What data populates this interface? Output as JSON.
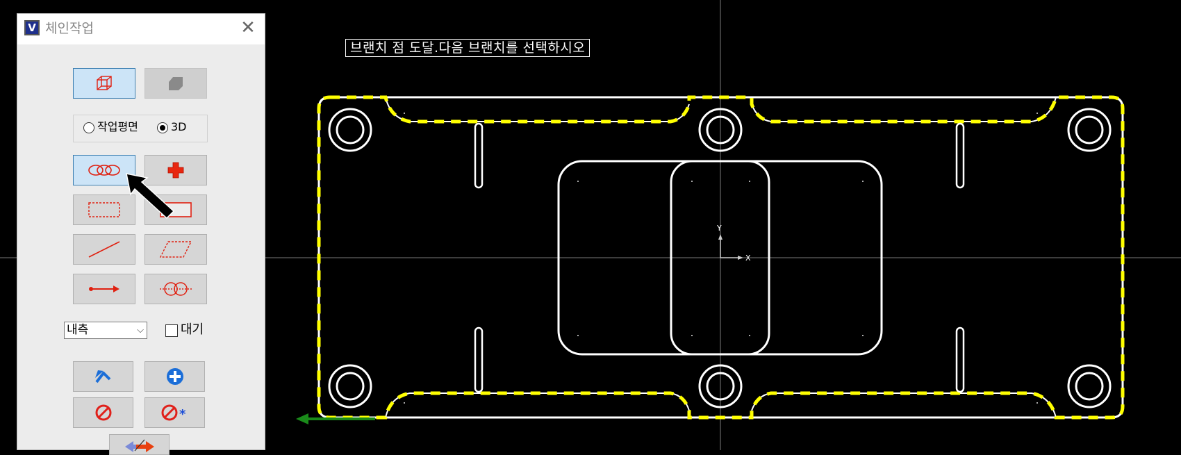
{
  "dialog": {
    "title": "체인작업",
    "close_glyph": "✕",
    "app_icon": "chain-app-icon",
    "view_buttons": [
      {
        "name": "wireframe-view",
        "icon": "wireframe-cube-icon",
        "active": true
      },
      {
        "name": "solid-view",
        "icon": "solid-box-icon",
        "enabled": false
      }
    ],
    "mode": {
      "options": [
        "작업평면",
        "3D"
      ],
      "selected": "3D"
    },
    "chain_buttons": [
      {
        "name": "chain",
        "icon": "chain-links-icon",
        "active": true
      },
      {
        "name": "point",
        "icon": "red-cross-icon"
      },
      {
        "name": "window",
        "icon": "dashed-rectangle-icon"
      },
      {
        "name": "area",
        "icon": "rectangle-select-icon"
      },
      {
        "name": "single",
        "icon": "single-line-icon"
      },
      {
        "name": "polygon",
        "icon": "dashed-parallelogram-icon"
      },
      {
        "name": "vector",
        "icon": "vector-arrow-icon"
      },
      {
        "name": "partial",
        "icon": "partial-chain-icon"
      }
    ],
    "side_select": {
      "value": "내측",
      "options_visible": [
        "내측"
      ]
    },
    "wait": {
      "label": "대기",
      "checked": false
    },
    "action_buttons": [
      {
        "name": "previous",
        "icon": "undo-arrow-icon"
      },
      {
        "name": "add",
        "icon": "plus-circle-icon"
      },
      {
        "name": "unselect",
        "icon": "no-entry-icon"
      },
      {
        "name": "unselect-all",
        "icon": "no-entry-star-icon"
      },
      {
        "name": "reverse",
        "icon": "reverse-arrows-icon"
      }
    ]
  },
  "viewport": {
    "prompt": "브랜치 점 도달.다음 브랜치를 선택하시오",
    "axis_x": "X",
    "axis_y": "Y",
    "colors": {
      "background": "#000000",
      "geometry": "#ffffff",
      "selected_chain": "#ffff00",
      "direction_arrow": "#1a8a1a",
      "crosshair": "#808080"
    }
  }
}
